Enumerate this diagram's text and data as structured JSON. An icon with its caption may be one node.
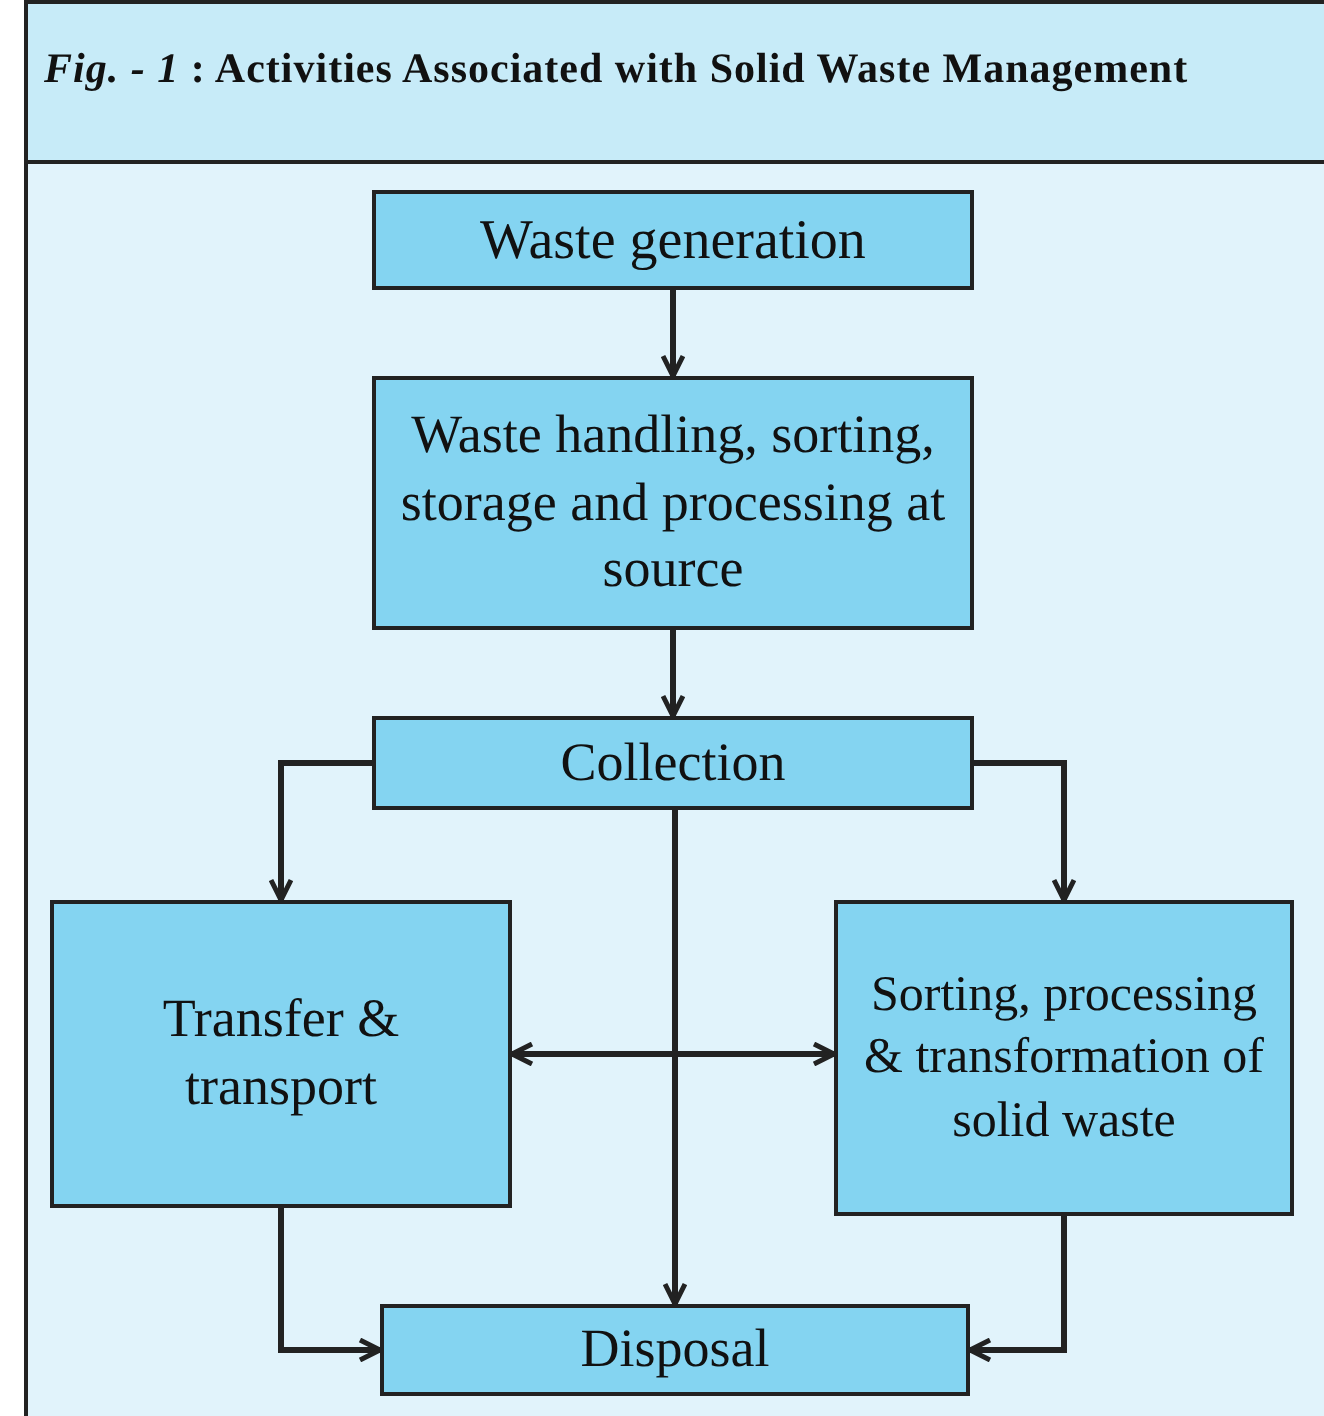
{
  "diagram": {
    "title": "*Fig. - 1* : Activities Associated with Solid Waste Management",
    "nodes": [
      {
        "text": [
          "Waste generation"
        ]
      },
      {
        "text": [
          "Waste handling, sorting, storage and processing at source"
        ]
      },
      {
        "text": [
          "Collection"
        ]
      },
      {
        "text": [
          "Transfer & transport"
        ]
      },
      {
        "text": [
          "Sorting, processing & transformation of solid waste"
        ]
      },
      {
        "text": [
          "Disposal"
        ]
      }
    ],
    "edges": [
      {
        "from": 0,
        "to": 1,
        "arrow": "to"
      },
      {
        "from": 1,
        "to": 2,
        "arrow": "to"
      },
      {
        "from": 2,
        "to": 3,
        "arrow": "to"
      },
      {
        "from": 2,
        "to": 4,
        "arrow": "to"
      },
      {
        "from": 2,
        "to": 5,
        "arrow": "to"
      },
      {
        "from": 3,
        "to": 4,
        "arrow": "both"
      },
      {
        "from": 3,
        "to": 5,
        "arrow": "to"
      },
      {
        "from": 4,
        "to": 5,
        "arrow": "to"
      }
    ]
  }
}
